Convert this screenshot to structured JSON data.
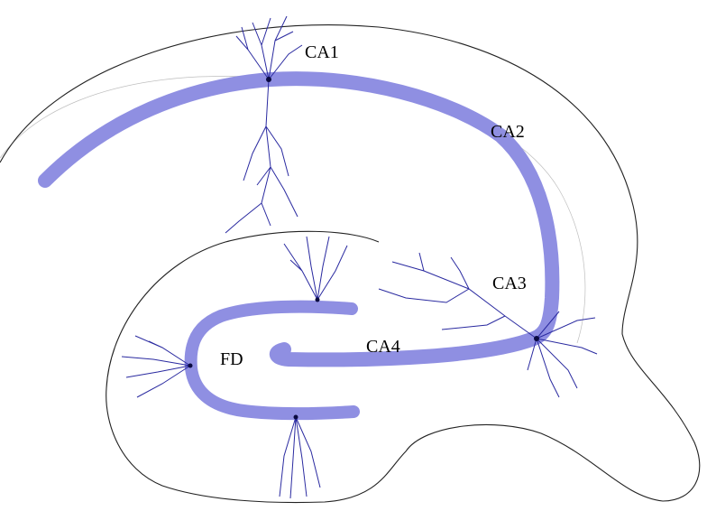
{
  "labels": {
    "ca1": "CA1",
    "ca2": "CA2",
    "ca3": "CA3",
    "ca4": "CA4",
    "fd": "FD"
  },
  "colors": {
    "cell_layer": "#8f8fe2",
    "dendrite": "#2a2aa0",
    "outline": "#222222",
    "soma": "#0a0a40"
  }
}
